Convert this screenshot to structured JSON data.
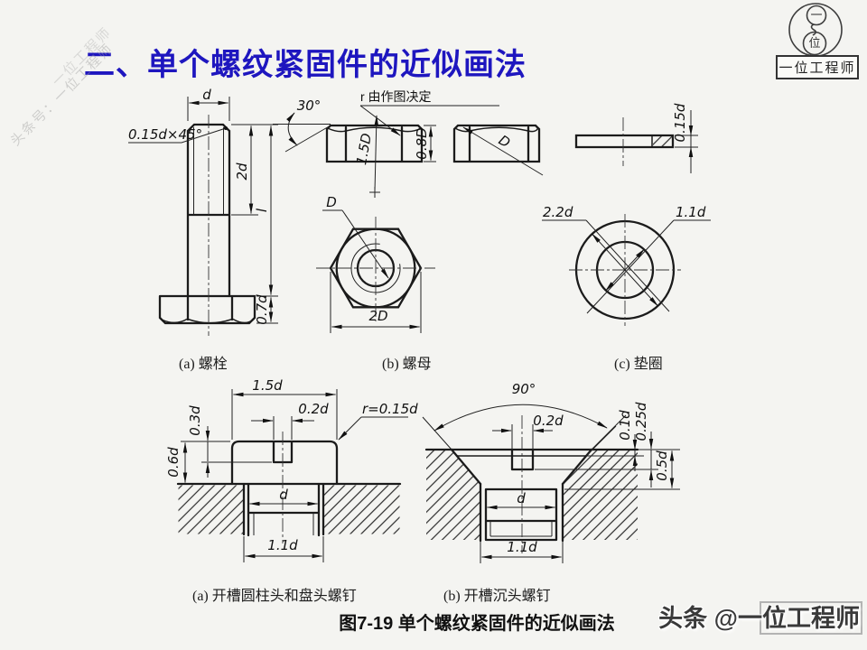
{
  "page": {
    "title": "二、单个螺纹紧固件的近似画法",
    "title_color": "#1e16bf",
    "background": "#f4f4f1",
    "watermark_primary": "头条号：一位工程师",
    "watermark_secondary": "一位工程师",
    "figure_caption": "图7-19 单个螺纹紧固件的近似画法",
    "footer_handle": "头条 @一位工程师"
  },
  "logo": {
    "top_char": "一",
    "bottom_char": "位",
    "label": "一位工程师"
  },
  "figures": {
    "bolt": {
      "caption": "(a) 螺栓",
      "dims": {
        "width": "d",
        "chamfer": "0.15d×45°",
        "thread_length": "2d",
        "length": "l",
        "head_height": "0.7d"
      }
    },
    "nut": {
      "caption": "(b) 螺母",
      "dims": {
        "angle": "30°",
        "r_note": "r 由作图决定",
        "arc_radius": "1.5D",
        "height": "0.8D",
        "alt_radius": "D",
        "bore": "D",
        "width": "2D"
      }
    },
    "washer": {
      "caption": "(c) 垫圈",
      "dims": {
        "thickness": "0.15d",
        "outer_diameter": "2.2d",
        "inner_diameter": "1.1d"
      }
    },
    "pan_head_screw": {
      "caption": "(a) 开槽圆柱头和盘头螺钉",
      "dims": {
        "head_width": "1.5d",
        "slot_width": "0.2d",
        "slot_depth": "0.3d",
        "head_height": "0.6d",
        "fillet": "r=0.15d",
        "diameter": "d",
        "hole": "1.1d"
      }
    },
    "countersunk_screw": {
      "caption": "(b) 开槽沉头螺钉",
      "dims": {
        "angle": "90°",
        "slot_width": "0.2d",
        "offset": "0.1d",
        "slot_depth": "0.25d",
        "head_height": "0.5d",
        "diameter": "d",
        "hole": "1.1d"
      }
    }
  }
}
